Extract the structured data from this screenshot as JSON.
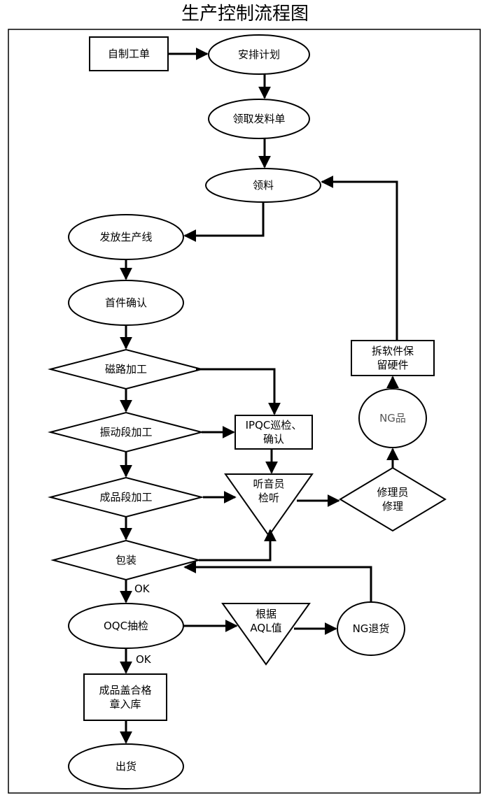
{
  "title": "生产控制流程图",
  "nodes": {
    "self_work_order": "自制工单",
    "arrange_plan": "安排计划",
    "receive_issue_slip": "领取发料单",
    "receive_material": "领料",
    "release_line": "发放生产线",
    "first_article_confirm": "首件确认",
    "magnetic_processing": "磁路加工",
    "vibration_processing": "振动段加工",
    "ipqc_patrol": "IPQC巡检、\n确认",
    "finished_processing": "成品段加工",
    "listener_check": "听音员\n检听",
    "repairer_repair": "修理员\n修理",
    "ng_product": "NG品",
    "disassemble": "拆软件保\n留硬件",
    "packing": "包装",
    "oqc_sampling": "OQC抽检",
    "aql_value": "根据\nAQL值",
    "ng_return": "NG退货",
    "stamp_warehouse": "成品盖合格\n章入库",
    "shipment": "出货"
  },
  "edge_labels": {
    "ok_after_packing": "OK",
    "ok_after_oqc": "OK"
  }
}
